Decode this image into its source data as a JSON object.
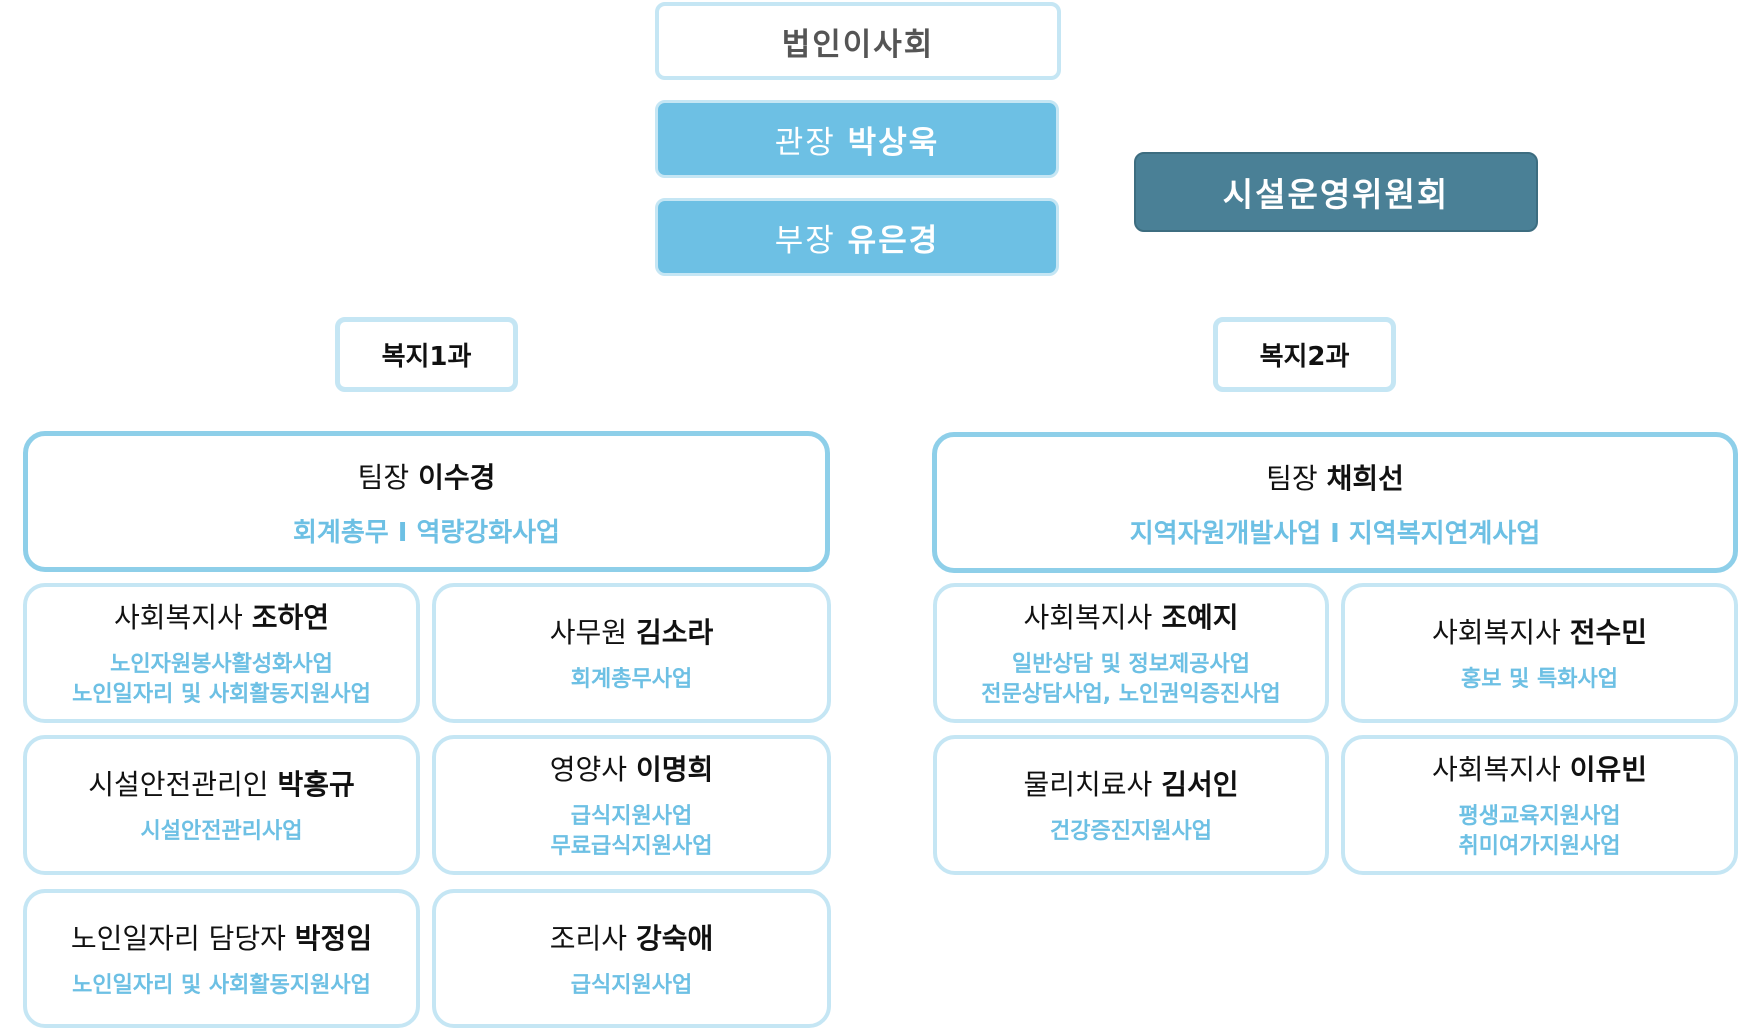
{
  "board": "법인이사회",
  "director": {
    "role": "관장",
    "name": "박상욱"
  },
  "manager": {
    "role": "부장",
    "name": "유은경"
  },
  "committee": "시설운영위원회",
  "colors": {
    "accent": "#6dc0e4",
    "committee": "#4a8096",
    "border_light": "#c5e6f4"
  },
  "dept1": {
    "name": "복지1과",
    "leader": {
      "role": "팀장",
      "name": "이수경",
      "duty": "회계총무 I 역량강화사업"
    },
    "staff": [
      {
        "role": "사회복지사",
        "name": "조하연",
        "duties": [
          "노인자원봉사활성화사업",
          "노인일자리 및 사회활동지원사업"
        ]
      },
      {
        "role": "사무원",
        "name": "김소라",
        "duties": [
          "회계총무사업"
        ]
      },
      {
        "role": "시설안전관리인",
        "name": "박홍규",
        "duties": [
          "시설안전관리사업"
        ]
      },
      {
        "role": "영양사",
        "name": "이명희",
        "duties": [
          "급식지원사업",
          "무료급식지원사업"
        ]
      },
      {
        "role": "노인일자리 담당자",
        "name": "박정임",
        "duties": [
          "노인일자리 및 사회활동지원사업"
        ]
      },
      {
        "role": "조리사",
        "name": "강숙애",
        "duties": [
          "급식지원사업"
        ]
      }
    ]
  },
  "dept2": {
    "name": "복지2과",
    "leader": {
      "role": "팀장",
      "name": "채희선",
      "duty": "지역자원개발사업 I 지역복지연계사업"
    },
    "staff": [
      {
        "role": "사회복지사",
        "name": "조예지",
        "duties": [
          "일반상담 및 정보제공사업",
          "전문상담사업, 노인권익증진사업"
        ]
      },
      {
        "role": "사회복지사",
        "name": "전수민",
        "duties": [
          "홍보 및 특화사업"
        ]
      },
      {
        "role": "물리치료사",
        "name": "김서인",
        "duties": [
          "건강증진지원사업"
        ]
      },
      {
        "role": "사회복지사",
        "name": "이유빈",
        "duties": [
          "평생교육지원사업",
          "취미여가지원사업"
        ]
      }
    ]
  }
}
